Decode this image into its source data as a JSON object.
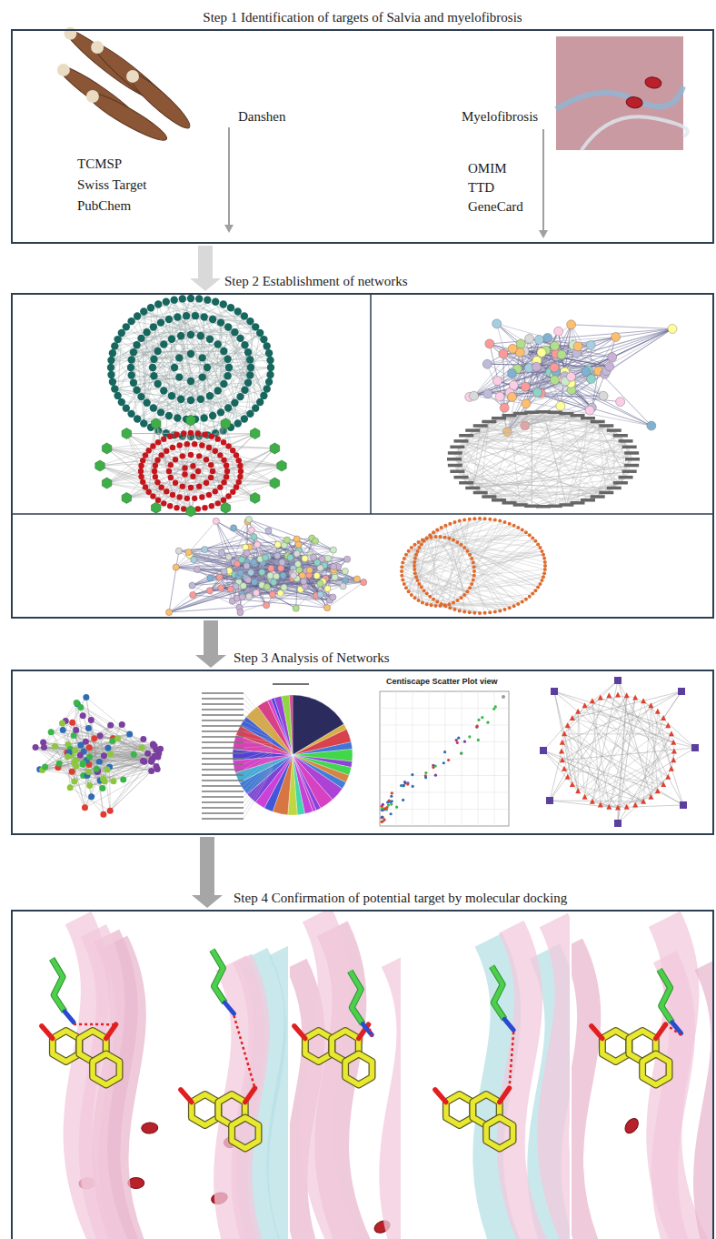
{
  "diagram": {
    "nodes": [
      {
        "text": [
          "Step 1 Identification of targets of Salvia and myelofibrosis"
        ]
      },
      {
        "text": [
          "Step 2 Establishment of networks"
        ]
      },
      {
        "text": [
          "Step 3 Analysis of Networks"
        ]
      },
      {
        "text": [
          "Step 4 Confirmation of potential target by molecular docking"
        ]
      }
    ],
    "edges": [
      {
        "from": 0,
        "to": 1,
        "arrow": "to"
      },
      {
        "from": 1,
        "to": 2,
        "arrow": "to"
      },
      {
        "from": 2,
        "to": 3,
        "arrow": "to"
      }
    ],
    "labels": [
      "Danshen",
      "TCMSP",
      "Swiss Target",
      "PubChem",
      "Myelofibrosis",
      "OMIM",
      "TTD",
      "GeneCard",
      "Centiscape Scatter Plot view"
    ]
  }
}
